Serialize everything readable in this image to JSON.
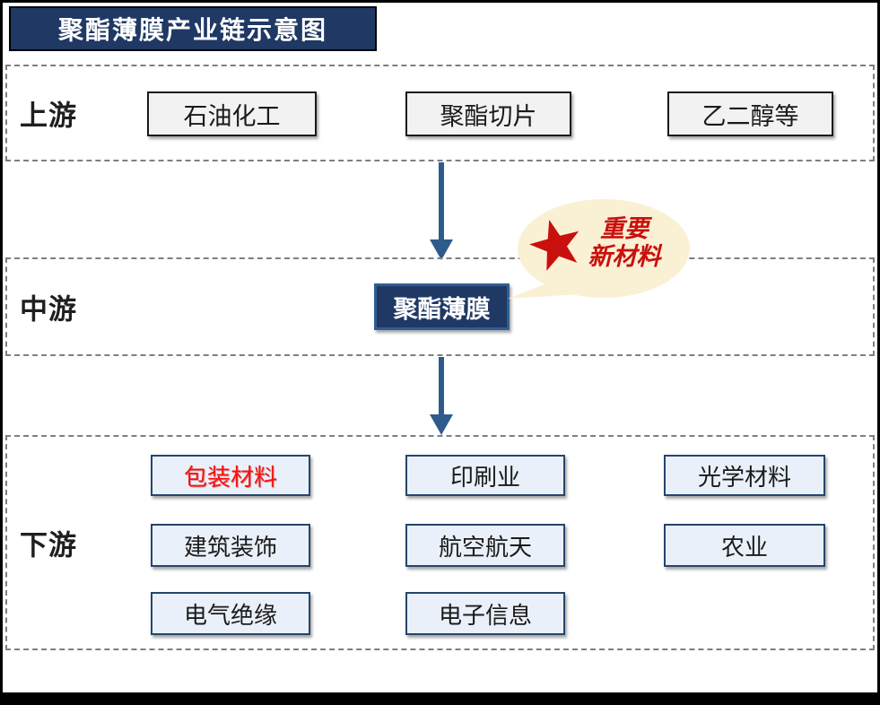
{
  "title": "聚酯薄膜产业链示意图",
  "sections": {
    "upstream": {
      "label": "上游",
      "items": [
        "石油化工",
        "聚酯切片",
        "乙二醇等"
      ]
    },
    "midstream": {
      "label": "中游",
      "node": "聚酯薄膜"
    },
    "downstream": {
      "label": "下游",
      "rows": [
        [
          "包装材料",
          "印刷业",
          "光学材料"
        ],
        [
          "建筑装饰",
          "航空航天",
          "农业"
        ],
        [
          "电气绝缘",
          "电子信息"
        ]
      ]
    }
  },
  "callout": {
    "icon": "star-icon",
    "line1": "重要",
    "line2": "新材料"
  },
  "colors": {
    "navy": "#1F3864",
    "steel-blue": "#2E5B8C",
    "node-border": "#2E5F94",
    "up-box-fill": "#F2F2F2",
    "up-box-border": "#1A1A1A",
    "down-box-fill": "#EAF0F9",
    "down-box-border": "#24466B",
    "bubble-fill": "#FAF0D4",
    "callout-red": "#C9100D",
    "highlight-red": "#FA0F0C",
    "dash-gray": "#7F7F7F",
    "frame-black": "#000000"
  }
}
